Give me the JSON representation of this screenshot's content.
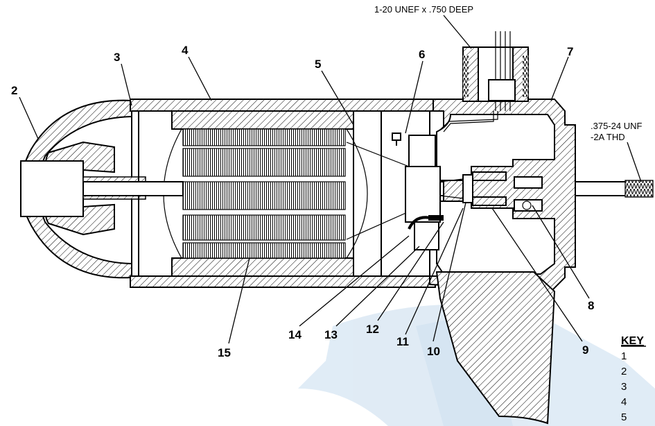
{
  "diagram": {
    "specs": {
      "top_port": "1-20 UNEF x .750 DEEP",
      "shaft_thread_line1": ".375-24 UNF",
      "shaft_thread_line2": "-2A THD"
    },
    "callouts": [
      "2",
      "3",
      "4",
      "5",
      "6",
      "7",
      "8",
      "9",
      "10",
      "11",
      "12",
      "13",
      "14",
      "15"
    ],
    "key": {
      "title": "KEY",
      "items": [
        "1",
        "2",
        "3",
        "4",
        "5"
      ]
    },
    "colors": {
      "watermark": "#c7dcee",
      "line": "#000000",
      "background": "#ffffff"
    }
  }
}
